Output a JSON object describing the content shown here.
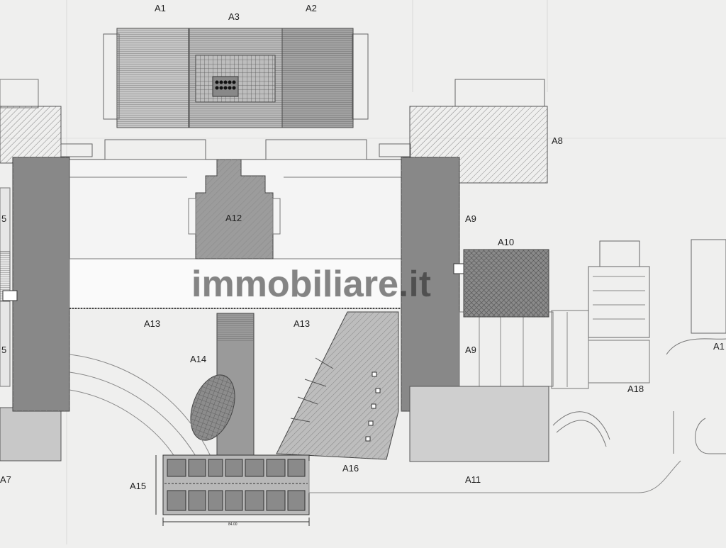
{
  "plan": {
    "labels": {
      "a1": "A1",
      "a2": "A2",
      "a3": "A3",
      "a5_top": "5",
      "a5_bottom": "5",
      "a7": "A7",
      "a8": "A8",
      "a9_top": "A9",
      "a9_bottom": "A9",
      "a10": "A10",
      "a11": "A11",
      "a12": "A12",
      "a13_left": "A13",
      "a13_right": "A13",
      "a14": "A14",
      "a15": "A15",
      "a16": "A16",
      "a18": "A18",
      "a1_right": "A1"
    },
    "dimension_text": "84.00",
    "watermark": "immobiliare.it",
    "colors": {
      "background": "#efefee",
      "line": "#555555",
      "fill_dark": "#6f6f6f",
      "fill_medium": "#9a9a9a",
      "fill_light": "#c8c8c8",
      "fill_pale": "#dcdcdc"
    }
  }
}
